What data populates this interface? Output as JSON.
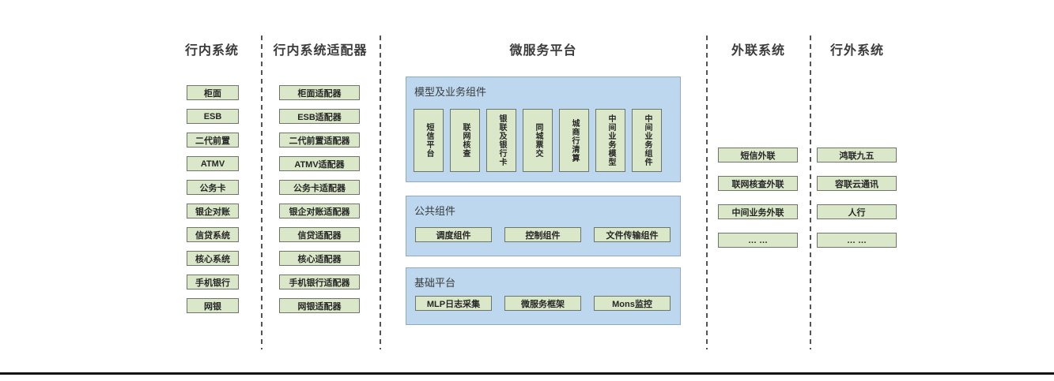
{
  "colors": {
    "green_box_fill": "#dbe7c9",
    "green_box_border": "#6f7566",
    "blue_panel_fill": "#bdd7ee",
    "blue_panel_border": "#8ea9c4",
    "separator": "#555555",
    "text": "#262626"
  },
  "columns": [
    {
      "title": "行内系统",
      "items": [
        "柜面",
        "ESB",
        "二代前置",
        "ATMV",
        "公务卡",
        "银企对账",
        "信贷系统",
        "核心系统",
        "手机银行",
        "网银"
      ]
    },
    {
      "title": "行内系统适配器",
      "items": [
        "柜面适配器",
        "ESB适配器",
        "二代前置适配器",
        "ATMV适配器",
        "公务卡适配器",
        "银企对账适配器",
        "信贷适配器",
        "核心适配器",
        "手机银行适配器",
        "网银适配器"
      ]
    },
    {
      "title": "微服务平台"
    },
    {
      "title": "外联系统",
      "items": [
        "短信外联",
        "联网核查外联",
        "中间业务外联",
        "… …"
      ]
    },
    {
      "title": "行外系统",
      "items": [
        "鸿联九五",
        "容联云通讯",
        "人行",
        "… …"
      ]
    }
  ],
  "platform": {
    "groups": [
      {
        "label": "模型及业务组件",
        "items": [
          "短信平台",
          "联网核查",
          "银联及银行卡",
          "同城票交",
          "城商行清算",
          "中间业务模型",
          "中间业务组件"
        ]
      },
      {
        "label": "公共组件",
        "items": [
          "调度组件",
          "控制组件",
          "文件传输组件"
        ]
      },
      {
        "label": "基础平台",
        "items": [
          "MLP日志采集",
          "微服务框架",
          "Mons监控"
        ]
      }
    ]
  }
}
